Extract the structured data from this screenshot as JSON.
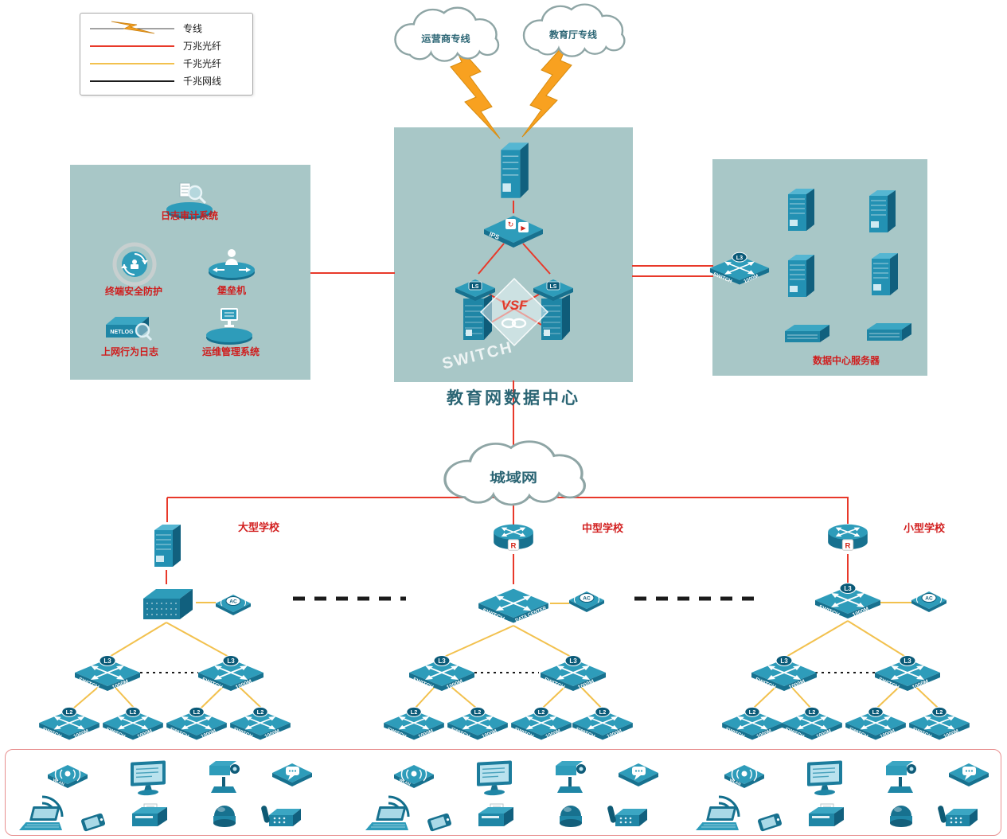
{
  "legend": {
    "items": [
      {
        "id": "dedicated-line",
        "label": "专线"
      },
      {
        "id": "fiber-10g",
        "label": "万兆光纤"
      },
      {
        "id": "fiber-1g",
        "label": "千兆光纤"
      },
      {
        "id": "cable-1g",
        "label": "千兆网线"
      }
    ]
  },
  "clouds": {
    "carrier": "运营商专线",
    "education": "教育厅专线",
    "man": "城域网"
  },
  "data_center": {
    "title": "教育网数据中心",
    "ips_label": "IPS",
    "vsf_label": "VSF",
    "ls_label": "LS",
    "switch_watermark": "SWITCH"
  },
  "security_panel": {
    "items": [
      "日志审计系统",
      "终端安全防护",
      "堡垒机",
      "上网行为日志",
      "运维管理系统"
    ],
    "netlog_label": "NETLOG"
  },
  "server_panel": {
    "caption": "数据中心服务器"
  },
  "schools": [
    {
      "name": "大型学校"
    },
    {
      "name": "中型学校"
    },
    {
      "name": "小型学校"
    }
  ],
  "device_labels": {
    "switch": "SWITCH",
    "speed": "1000M",
    "l3": "L3",
    "l2": "L2",
    "ac": "AC",
    "data_center": "DATA CENTER",
    "router": "R",
    "wlan": "WLAN"
  },
  "colors": {
    "line_10g": "#e8392a",
    "line_1g": "#f2c14e",
    "cable_1g": "#1b1b1b",
    "device_teal": "#2e9cba",
    "panel_bg": "#a8c7c7",
    "bolt_orange": "#f8a120"
  }
}
